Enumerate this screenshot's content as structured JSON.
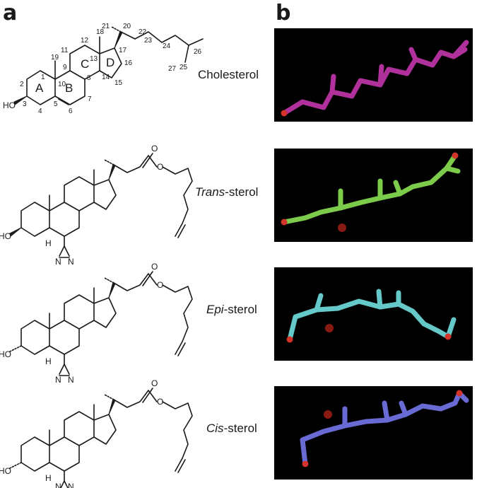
{
  "panels": {
    "a": "a",
    "b": "b"
  },
  "cholesterol": {
    "name": "Cholesterol",
    "ring_labels": [
      "A",
      "B",
      "C",
      "D"
    ],
    "atoms": [
      "HO"
    ],
    "numbers": [
      "1",
      "2",
      "3",
      "4",
      "5",
      "6",
      "7",
      "8",
      "9",
      "10",
      "11",
      "12",
      "13",
      "14",
      "15",
      "16",
      "17",
      "18",
      "19",
      "20",
      "21",
      "22",
      "23",
      "24",
      "25",
      "26",
      "27"
    ]
  },
  "analogs": [
    {
      "prefix": "Trans",
      "suffix": "-sterol",
      "atoms": {
        "oh": "HO",
        "h": "H",
        "ester_o1": "O",
        "ester_o2": "O",
        "n1": "N",
        "n2": "N"
      }
    },
    {
      "prefix": "Epi",
      "suffix": "-sterol",
      "atoms": {
        "oh": "HO",
        "h": "H",
        "ester_o1": "O",
        "ester_o2": "O",
        "n1": "N",
        "n2": "N"
      }
    },
    {
      "prefix": "Cis",
      "suffix": "-sterol",
      "atoms": {
        "oh": "HO",
        "h": "H",
        "ester_o1": "O",
        "ester_o2": "O",
        "n1": "N",
        "n2": "N"
      }
    }
  ],
  "models": [
    {
      "name": "cholesterol-model",
      "color": "#b0309c"
    },
    {
      "name": "trans-sterol-model",
      "color": "#7ccb4a"
    },
    {
      "name": "epi-sterol-model",
      "color": "#66c9c9"
    },
    {
      "name": "cis-sterol-model",
      "color": "#6a6ad4"
    }
  ],
  "colors": {
    "oxygen": "#d2332a",
    "nitrogen": "#8a1a14",
    "background": "#000000"
  }
}
